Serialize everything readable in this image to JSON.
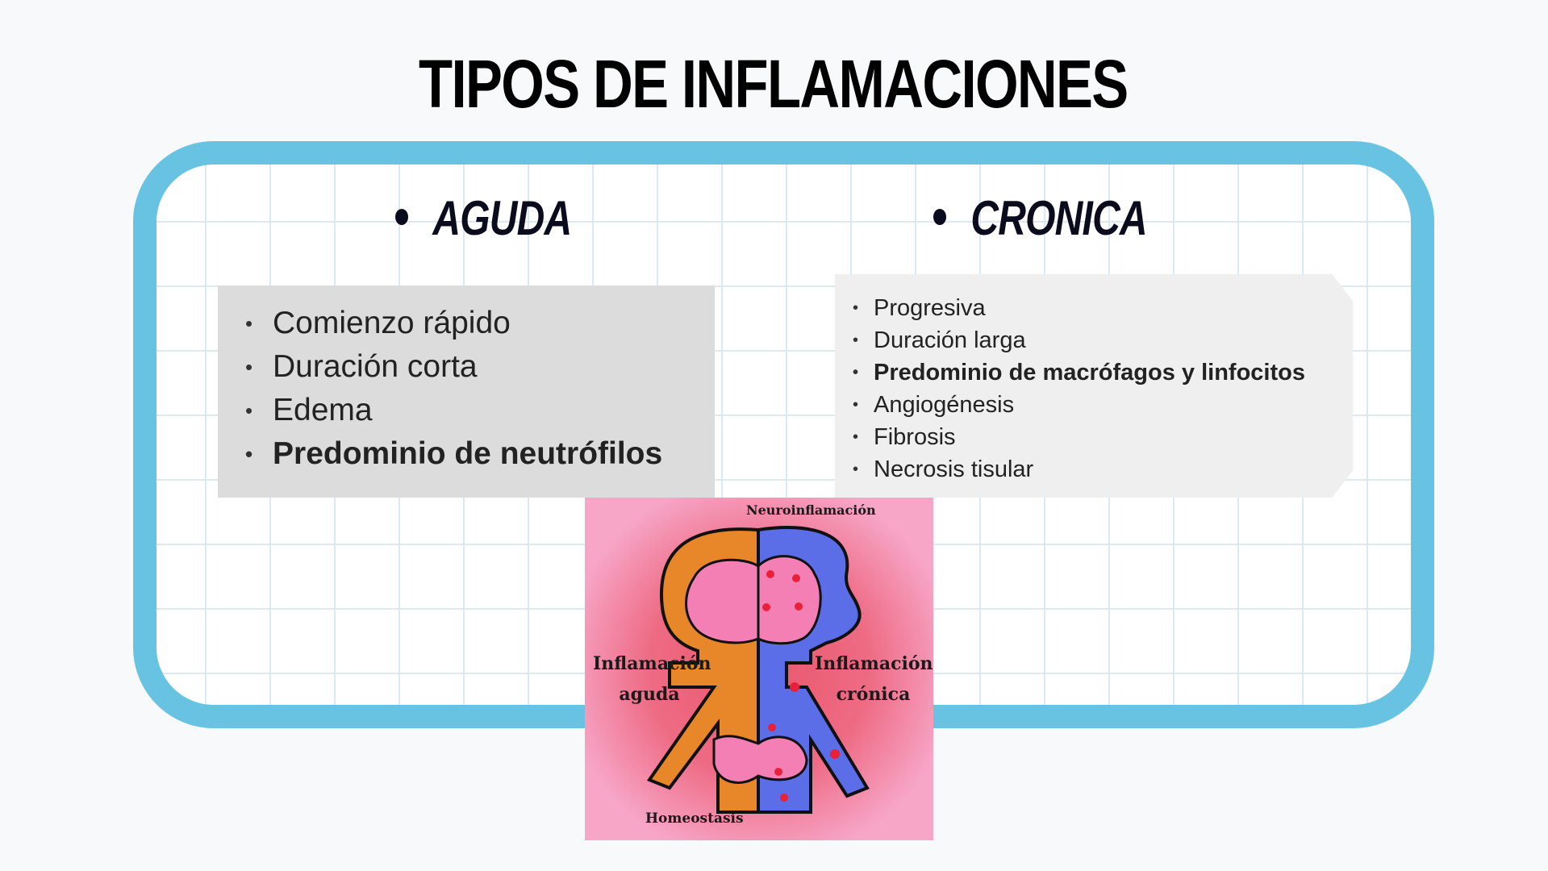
{
  "title": "TIPOS DE INFLAMACIONES",
  "columns": [
    {
      "heading": "AGUDA",
      "items": [
        "Comienzo rápido",
        "Duración corta",
        "Edema",
        "Predominio de neutrófilos"
      ]
    },
    {
      "heading": "CRONICA",
      "items": [
        "Progresiva",
        "Duración larga",
        "Predominio de macrófagos y linfocitos",
        "Angiogénesis",
        "Fibrosis",
        "Necrosis tisular"
      ]
    }
  ],
  "illustration": {
    "top_label": "Neuroinflamación",
    "left_label_1": "Inflamación",
    "left_label_2": "aguda",
    "right_label_1": "Inflamación",
    "right_label_2": "crónica",
    "bottom_label": "Homeostasis"
  },
  "colors": {
    "frame": "#68c3e2",
    "acute": "#e8862a",
    "chronic": "#5b6ee8",
    "background": "#f7a6c8"
  }
}
